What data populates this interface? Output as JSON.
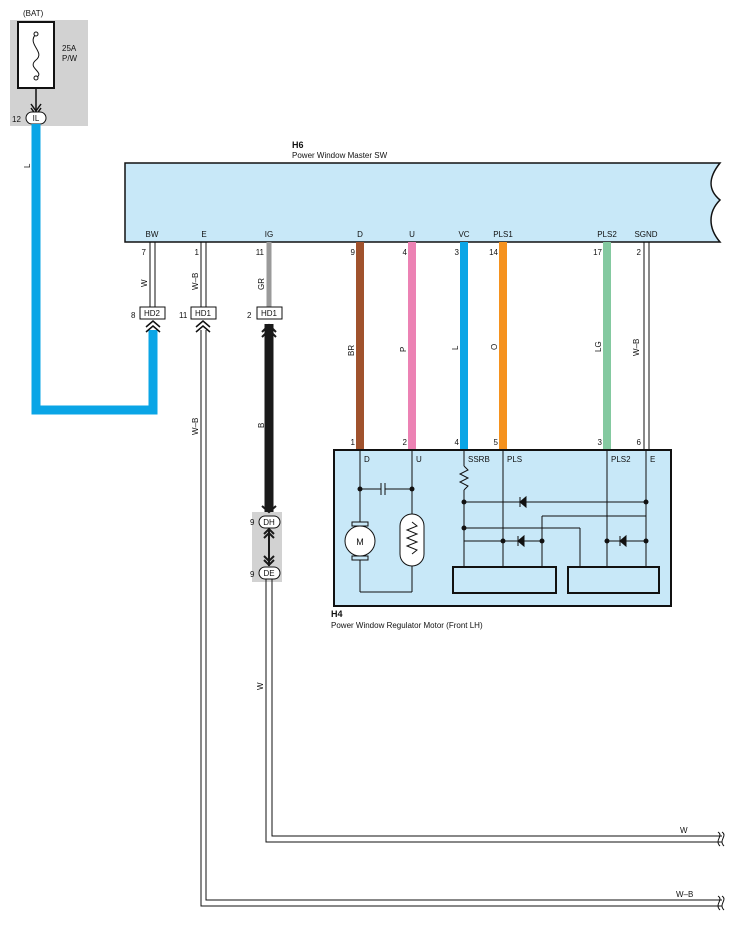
{
  "power_source": {
    "label": "(BAT)",
    "fuse_amp": "25A",
    "fuse_name": "P/W"
  },
  "junction_IL": {
    "pin": "12",
    "name": "IL",
    "wire_color": "L"
  },
  "master_switch": {
    "code": "H6",
    "name": "Power Window Master SW",
    "terminals": [
      {
        "label": "BW",
        "pin": "7"
      },
      {
        "label": "E",
        "pin": "1"
      },
      {
        "label": "IG",
        "pin": "11"
      },
      {
        "label": "D",
        "pin": "9"
      },
      {
        "label": "U",
        "pin": "4"
      },
      {
        "label": "VC",
        "pin": "3"
      },
      {
        "label": "PLS1",
        "pin": "14"
      },
      {
        "label": "PLS2",
        "pin": "17"
      },
      {
        "label": "SGND",
        "pin": "2"
      }
    ]
  },
  "connectors": {
    "hd2": {
      "pin": "8",
      "name": "HD2",
      "wire_above": "W"
    },
    "hd1_e": {
      "pin": "11",
      "name": "HD1",
      "wire_above": "W–B",
      "wire_below": "W–B"
    },
    "hd1_ig": {
      "pin": "2",
      "name": "HD1",
      "wire_above": "GR",
      "wire_below": "B"
    },
    "dh": {
      "pin": "9",
      "name": "DH"
    },
    "de": {
      "pin": "9",
      "name": "DE",
      "wire_below": "W"
    }
  },
  "wire_colors": {
    "D": "BR",
    "U": "P",
    "VC": "L",
    "PLS1": "O",
    "PLS2": "LG",
    "SGND": "W–B"
  },
  "motor": {
    "code": "H4",
    "name": "Power Window Regulator Motor (Front LH)",
    "pins": [
      "1",
      "2",
      "4",
      "5",
      "3",
      "6"
    ],
    "terminals": [
      "D",
      "U",
      "SSRB",
      "PLS",
      "PLS2",
      "E"
    ],
    "motor_symbol": "M"
  },
  "continuation": {
    "w": "W",
    "wb": "W–B"
  },
  "colors": {
    "L": "#0aa5e6",
    "BR": "#a0522d",
    "P": "#ec82b4",
    "O": "#f5921e",
    "LG": "#84c9a0",
    "GR": "#9a9a9a",
    "B": "#1a1a1a",
    "panel": "#c8e8f8",
    "gray_box": "#d2d2d2"
  }
}
